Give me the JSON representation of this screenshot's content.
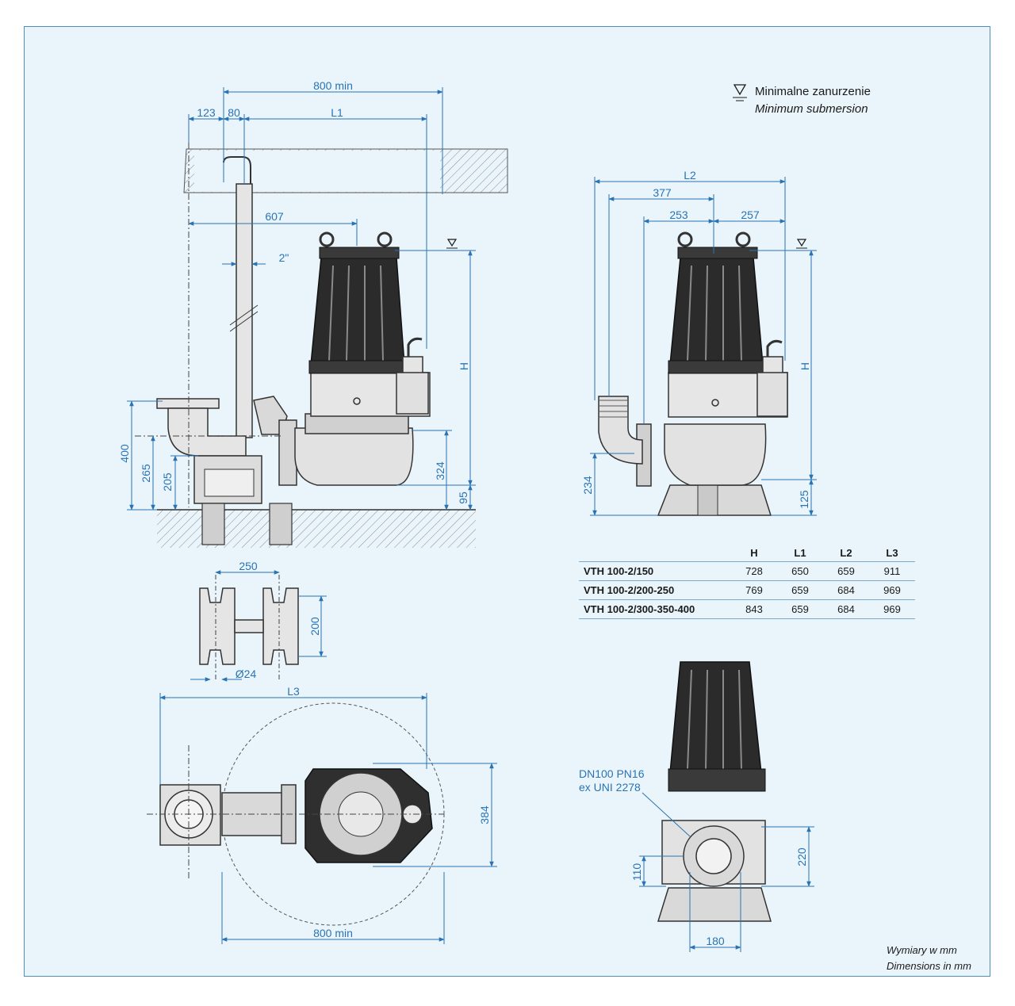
{
  "legend": {
    "symbol_name": "water-level-icon",
    "label_pl": "Minimalne zanurzenie",
    "label_en": "Minimum submersion"
  },
  "units": {
    "pl": "Wymiary w mm",
    "en": "Dimensions in mm"
  },
  "flange_note": {
    "line1": "DN100 PN16",
    "line2": "ex UNI 2278"
  },
  "dimensions": {
    "side_view": {
      "d800min": "800 min",
      "d123": "123",
      "d80": "80",
      "dL1": "L1",
      "d607": "607",
      "d2in": "2\"",
      "dH": "H",
      "d400": "400",
      "d265": "265",
      "d205": "205",
      "d324": "324",
      "d95": "95"
    },
    "front_view": {
      "dL2": "L2",
      "d377": "377",
      "d253": "253",
      "d257": "257",
      "dH": "H",
      "d234": "234",
      "d125": "125"
    },
    "foot_detail": {
      "d250": "250",
      "d200": "200",
      "d24": "Ø24"
    },
    "top_view": {
      "dL3": "L3",
      "d384": "384",
      "d800min": "800 min"
    },
    "outlet_view": {
      "d220": "220",
      "d110": "110",
      "d180": "180"
    }
  },
  "table": {
    "columns": [
      "H",
      "L1",
      "L2",
      "L3"
    ],
    "rows": [
      {
        "model": "VTH 100-2/150",
        "values": [
          "728",
          "650",
          "659",
          "911"
        ]
      },
      {
        "model": "VTH 100-2/200-250",
        "values": [
          "769",
          "659",
          "684",
          "969"
        ]
      },
      {
        "model": "VTH 100-2/300-350-400",
        "values": [
          "843",
          "659",
          "684",
          "969"
        ]
      }
    ]
  },
  "colors": {
    "frame": "#4d8fbf",
    "background": "#eaf5fb",
    "dimension": "#2a73b3",
    "outline": "#1a1a1a",
    "motor_fill": "#2b2b2b"
  }
}
